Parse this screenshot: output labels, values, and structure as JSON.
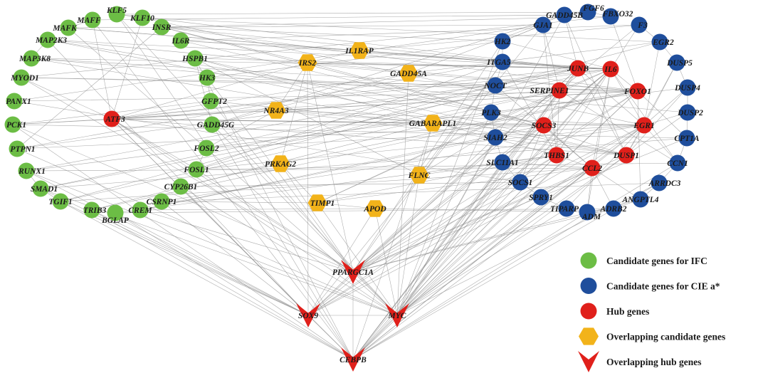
{
  "colors": {
    "ifc": "#6cbd45",
    "cie": "#1f4e9c",
    "hub": "#e0201b",
    "overlap_candidate": "#f2b31a",
    "overlap_hub": "#e0201b",
    "edge": "#8a8a8a"
  },
  "legend": [
    {
      "category": "ifc",
      "shape": "circle",
      "label": "Candidate genes for IFC"
    },
    {
      "category": "cie",
      "shape": "circle",
      "label": "Candidate genes for CIE a*"
    },
    {
      "category": "hub",
      "shape": "circle",
      "label": "Hub genes"
    },
    {
      "category": "overlap_candidate",
      "shape": "hexagon",
      "label": "Overlapping candidate genes"
    },
    {
      "category": "overlap_hub",
      "shape": "chevron",
      "label": "Overlapping hub genes"
    }
  ],
  "nodes": [
    {
      "id": "KLF5",
      "category": "ifc"
    },
    {
      "id": "MAFF",
      "category": "ifc"
    },
    {
      "id": "KLF10",
      "category": "ifc"
    },
    {
      "id": "MAFK",
      "category": "ifc"
    },
    {
      "id": "INSR",
      "category": "ifc"
    },
    {
      "id": "MAP2K3",
      "category": "ifc"
    },
    {
      "id": "IL6R",
      "category": "ifc"
    },
    {
      "id": "MAP3K8",
      "category": "ifc"
    },
    {
      "id": "HSPB1",
      "category": "ifc"
    },
    {
      "id": "MYOD1",
      "category": "ifc"
    },
    {
      "id": "HK3",
      "category": "ifc"
    },
    {
      "id": "PANX1",
      "category": "ifc"
    },
    {
      "id": "GFPT2",
      "category": "ifc"
    },
    {
      "id": "PCK1",
      "category": "ifc"
    },
    {
      "id": "GADD45G",
      "category": "ifc"
    },
    {
      "id": "PTPN1",
      "category": "ifc"
    },
    {
      "id": "FOSL2",
      "category": "ifc"
    },
    {
      "id": "RUNX1",
      "category": "ifc"
    },
    {
      "id": "FOSL1",
      "category": "ifc"
    },
    {
      "id": "SMAD1",
      "category": "ifc"
    },
    {
      "id": "CYP26B1",
      "category": "ifc"
    },
    {
      "id": "TGIF1",
      "category": "ifc"
    },
    {
      "id": "CSRNP1",
      "category": "ifc"
    },
    {
      "id": "TRIB3",
      "category": "ifc"
    },
    {
      "id": "CREM",
      "category": "ifc"
    },
    {
      "id": "BGLAP",
      "category": "ifc"
    },
    {
      "id": "ATF3",
      "category": "hub"
    },
    {
      "id": "FGF6",
      "category": "cie"
    },
    {
      "id": "GADD45B",
      "category": "cie"
    },
    {
      "id": "FBXO32",
      "category": "cie"
    },
    {
      "id": "GJA1",
      "category": "cie"
    },
    {
      "id": "F3",
      "category": "cie"
    },
    {
      "id": "HK2",
      "category": "cie"
    },
    {
      "id": "EGR2",
      "category": "cie"
    },
    {
      "id": "ITGA5",
      "category": "cie"
    },
    {
      "id": "DUSP5",
      "category": "cie"
    },
    {
      "id": "NOCT",
      "category": "cie"
    },
    {
      "id": "DUSP4",
      "category": "cie"
    },
    {
      "id": "PLK3",
      "category": "cie"
    },
    {
      "id": "DUSP2",
      "category": "cie"
    },
    {
      "id": "SIAH2",
      "category": "cie"
    },
    {
      "id": "CPT1A",
      "category": "cie"
    },
    {
      "id": "SLC11A1",
      "category": "cie"
    },
    {
      "id": "CCN1",
      "category": "cie"
    },
    {
      "id": "SOCS1",
      "category": "cie"
    },
    {
      "id": "ARRDC3",
      "category": "cie"
    },
    {
      "id": "SPRY1",
      "category": "cie"
    },
    {
      "id": "ANGPTL4",
      "category": "cie"
    },
    {
      "id": "TIPARP",
      "category": "cie"
    },
    {
      "id": "ADRB2",
      "category": "cie"
    },
    {
      "id": "ADM",
      "category": "cie"
    },
    {
      "id": "JUNB",
      "category": "hub"
    },
    {
      "id": "IL6",
      "category": "hub"
    },
    {
      "id": "SERPINE1",
      "category": "hub"
    },
    {
      "id": "FOXO1",
      "category": "hub"
    },
    {
      "id": "SOCS3",
      "category": "hub"
    },
    {
      "id": "EGR1",
      "category": "hub"
    },
    {
      "id": "THBS1",
      "category": "hub"
    },
    {
      "id": "DUSP1",
      "category": "hub"
    },
    {
      "id": "CCL2",
      "category": "hub"
    },
    {
      "id": "IL1RAP",
      "category": "overlap_candidate"
    },
    {
      "id": "IRS2",
      "category": "overlap_candidate"
    },
    {
      "id": "GADD45A",
      "category": "overlap_candidate"
    },
    {
      "id": "NR4A3",
      "category": "overlap_candidate"
    },
    {
      "id": "GABARAPL1",
      "category": "overlap_candidate"
    },
    {
      "id": "PRKAG2",
      "category": "overlap_candidate"
    },
    {
      "id": "FLNC",
      "category": "overlap_candidate"
    },
    {
      "id": "TIMP1",
      "category": "overlap_candidate"
    },
    {
      "id": "APOD",
      "category": "overlap_candidate"
    },
    {
      "id": "PPARGC1A",
      "category": "overlap_hub"
    },
    {
      "id": "SOX9",
      "category": "overlap_hub"
    },
    {
      "id": "MYC",
      "category": "overlap_hub"
    },
    {
      "id": "CEBPB",
      "category": "overlap_hub"
    }
  ],
  "edges": [
    [
      "ATF3",
      "PPARGC1A"
    ],
    [
      "ATF3",
      "MYC"
    ],
    [
      "ATF3",
      "CEBPB"
    ],
    [
      "ATF3",
      "SOX9"
    ],
    [
      "ATF3",
      "JUNB"
    ],
    [
      "ATF3",
      "IL6"
    ],
    [
      "ATF3",
      "EGR1"
    ],
    [
      "ATF3",
      "SOCS3"
    ],
    [
      "ATF3",
      "FOXO1"
    ],
    [
      "ATF3",
      "GADD45A"
    ],
    [
      "ATF3",
      "IRS2"
    ],
    [
      "ATF3",
      "MAFF"
    ],
    [
      "ATF3",
      "KLF10"
    ],
    [
      "ATF3",
      "MYOD1"
    ],
    [
      "ATF3",
      "PCK1"
    ],
    [
      "ATF3",
      "FOSL1"
    ],
    [
      "ATF3",
      "GABARAPL1"
    ],
    [
      "ATF3",
      "DUSP1"
    ],
    [
      "JUNB",
      "PPARGC1A"
    ],
    [
      "JUNB",
      "MYC"
    ],
    [
      "JUNB",
      "CEBPB"
    ],
    [
      "JUNB",
      "SOX9"
    ],
    [
      "JUNB",
      "IL6"
    ],
    [
      "JUNB",
      "EGR1"
    ],
    [
      "JUNB",
      "FOSL1"
    ],
    [
      "JUNB",
      "FOSL2"
    ],
    [
      "JUNB",
      "IRS2"
    ],
    [
      "JUNB",
      "MAFK"
    ],
    [
      "JUNB",
      "INSR"
    ],
    [
      "JUNB",
      "RUNX1"
    ],
    [
      "JUNB",
      "KLF5"
    ],
    [
      "JUNB",
      "SOCS3"
    ],
    [
      "JUNB",
      "DUSP1"
    ],
    [
      "JUNB",
      "GADD45B"
    ],
    [
      "IL6",
      "PPARGC1A"
    ],
    [
      "IL6",
      "MYC"
    ],
    [
      "IL6",
      "CEBPB"
    ],
    [
      "IL6",
      "SOX9"
    ],
    [
      "IL6",
      "SOCS3"
    ],
    [
      "IL6",
      "SOCS1"
    ],
    [
      "IL6",
      "IL6R"
    ],
    [
      "IL6",
      "HSPB1"
    ],
    [
      "IL6",
      "SERPINE1"
    ],
    [
      "IL6",
      "CCL2"
    ],
    [
      "IL6",
      "THBS1"
    ],
    [
      "IL6",
      "TIMP1"
    ],
    [
      "IL6",
      "IL1RAP"
    ],
    [
      "IL6",
      "PTPN1"
    ],
    [
      "IL6",
      "MAP3K8"
    ],
    [
      "IL6",
      "FOXO1"
    ],
    [
      "IL6",
      "EGR1"
    ],
    [
      "IL6",
      "MAP2K3"
    ],
    [
      "IL6",
      "SMAD1"
    ],
    [
      "IL6",
      "CCN1"
    ],
    [
      "IL6",
      "ADM"
    ],
    [
      "IL6",
      "F3"
    ],
    [
      "IL6",
      "HK2"
    ],
    [
      "IL6",
      "IRS2"
    ],
    [
      "SERPINE1",
      "PPARGC1A"
    ],
    [
      "SERPINE1",
      "MYC"
    ],
    [
      "SERPINE1",
      "CEBPB"
    ],
    [
      "SERPINE1",
      "TIMP1"
    ],
    [
      "SERPINE1",
      "THBS1"
    ],
    [
      "SERPINE1",
      "CCN1"
    ],
    [
      "SERPINE1",
      "SMAD1"
    ],
    [
      "SERPINE1",
      "TGIF1"
    ],
    [
      "SERPINE1",
      "GJA1"
    ],
    [
      "SERPINE1",
      "F3"
    ],
    [
      "SERPINE1",
      "FLNC"
    ],
    [
      "SERPINE1",
      "ATF3"
    ],
    [
      "FOXO1",
      "PPARGC1A"
    ],
    [
      "FOXO1",
      "MYC"
    ],
    [
      "FOXO1",
      "CEBPB"
    ],
    [
      "FOXO1",
      "SOX9"
    ],
    [
      "FOXO1",
      "PCK1"
    ],
    [
      "FOXO1",
      "INSR"
    ],
    [
      "FOXO1",
      "IRS2"
    ],
    [
      "FOXO1",
      "FBXO32"
    ],
    [
      "FOXO1",
      "GADD45A"
    ],
    [
      "FOXO1",
      "GABARAPL1"
    ],
    [
      "FOXO1",
      "PRKAG2"
    ],
    [
      "FOXO1",
      "TRIB3"
    ],
    [
      "FOXO1",
      "HK3"
    ],
    [
      "FOXO1",
      "CPT1A"
    ],
    [
      "FOXO1",
      "ANGPTL4"
    ],
    [
      "FOXO1",
      "MYOD1"
    ],
    [
      "FOXO1",
      "PANX1"
    ],
    [
      "SOCS3",
      "PPARGC1A"
    ],
    [
      "SOCS3",
      "MYC"
    ],
    [
      "SOCS3",
      "CEBPB"
    ],
    [
      "SOCS3",
      "IL6R"
    ],
    [
      "SOCS3",
      "INSR"
    ],
    [
      "SOCS3",
      "IRS2"
    ],
    [
      "SOCS3",
      "SOCS1"
    ],
    [
      "SOCS3",
      "PTPN1"
    ],
    [
      "SOCS3",
      "CCL2"
    ],
    [
      "SOCS3",
      "CREM"
    ],
    [
      "EGR1",
      "PPARGC1A"
    ],
    [
      "EGR1",
      "MYC"
    ],
    [
      "EGR1",
      "CEBPB"
    ],
    [
      "EGR1",
      "SOX9"
    ],
    [
      "EGR1",
      "EGR2"
    ],
    [
      "EGR1",
      "NR4A3"
    ],
    [
      "EGR1",
      "DUSP1"
    ],
    [
      "EGR1",
      "DUSP2"
    ],
    [
      "EGR1",
      "DUSP4"
    ],
    [
      "EGR1",
      "DUSP5"
    ],
    [
      "EGR1",
      "FOSL2"
    ],
    [
      "EGR1",
      "FOSL1"
    ],
    [
      "EGR1",
      "GADD45G"
    ],
    [
      "EGR1",
      "KLF10"
    ],
    [
      "EGR1",
      "CSRNP1"
    ],
    [
      "EGR1",
      "SPRY1"
    ],
    [
      "EGR1",
      "TIPARP"
    ],
    [
      "EGR1",
      "CCN1"
    ],
    [
      "THBS1",
      "PPARGC1A"
    ],
    [
      "THBS1",
      "MYC"
    ],
    [
      "THBS1",
      "SOX9"
    ],
    [
      "THBS1",
      "CEBPB"
    ],
    [
      "THBS1",
      "TIMP1"
    ],
    [
      "THBS1",
      "ITGA5"
    ],
    [
      "THBS1",
      "CCL2"
    ],
    [
      "THBS1",
      "HSPB1"
    ],
    [
      "THBS1",
      "GJA1"
    ],
    [
      "THBS1",
      "FLNC"
    ],
    [
      "THBS1",
      "BGLAP"
    ],
    [
      "DUSP1",
      "PPARGC1A"
    ],
    [
      "DUSP1",
      "MYC"
    ],
    [
      "DUSP1",
      "CEBPB"
    ],
    [
      "DUSP1",
      "MAP3K8"
    ],
    [
      "DUSP1",
      "MAP2K3"
    ],
    [
      "DUSP1",
      "DUSP5"
    ],
    [
      "DUSP1",
      "DUSP4"
    ],
    [
      "DUSP1",
      "DUSP2"
    ],
    [
      "DUSP1",
      "HSPB1"
    ],
    [
      "DUSP1",
      "NR4A3"
    ],
    [
      "DUSP1",
      "PLK3"
    ],
    [
      "DUSP1",
      "GADD45B"
    ],
    [
      "CCL2",
      "PPARGC1A"
    ],
    [
      "CCL2",
      "MYC"
    ],
    [
      "CCL2",
      "CEBPB"
    ],
    [
      "CCL2",
      "SOX9"
    ],
    [
      "CCL2",
      "TIMP1"
    ],
    [
      "CCL2",
      "ADM"
    ],
    [
      "CCL2",
      "ADRB2"
    ],
    [
      "CCL2",
      "ANGPTL4"
    ],
    [
      "CCL2",
      "SLC11A1"
    ],
    [
      "CCL2",
      "NOCT"
    ],
    [
      "CCL2",
      "RUNX1"
    ],
    [
      "CCL2",
      "TGIF1"
    ],
    [
      "PPARGC1A",
      "MYC"
    ],
    [
      "PPARGC1A",
      "SOX9"
    ],
    [
      "PPARGC1A",
      "CEBPB"
    ],
    [
      "PPARGC1A",
      "MYOD1"
    ],
    [
      "PPARGC1A",
      "PCK1"
    ],
    [
      "PPARGC1A",
      "HK3"
    ],
    [
      "PPARGC1A",
      "HK2"
    ],
    [
      "PPARGC1A",
      "CPT1A"
    ],
    [
      "PPARGC1A",
      "PRKAG2"
    ],
    [
      "PPARGC1A",
      "IRS2"
    ],
    [
      "PPARGC1A",
      "GFPT2"
    ],
    [
      "PPARGC1A",
      "ANGPTL4"
    ],
    [
      "PPARGC1A",
      "ADRB2"
    ],
    [
      "PPARGC1A",
      "CREM"
    ],
    [
      "PPARGC1A",
      "FOSL1"
    ],
    [
      "PPARGC1A",
      "SIAH2"
    ],
    [
      "PPARGC1A",
      "ITGA5"
    ],
    [
      "MYC",
      "SOX9"
    ],
    [
      "MYC",
      "CEBPB"
    ],
    [
      "MYC",
      "KLF5"
    ],
    [
      "MYC",
      "MAFK"
    ],
    [
      "MYC",
      "RUNX1"
    ],
    [
      "MYC",
      "SMAD1"
    ],
    [
      "MYC",
      "PTPN1"
    ],
    [
      "MYC",
      "HK2"
    ],
    [
      "MYC",
      "SPRY1"
    ],
    [
      "MYC",
      "SIAH2"
    ],
    [
      "MYC",
      "PLK3"
    ],
    [
      "MYC",
      "GADD45A"
    ],
    [
      "MYC",
      "GADD45B"
    ],
    [
      "MYC",
      "GADD45G"
    ],
    [
      "MYC",
      "TIMP1"
    ],
    [
      "MYC",
      "APOD"
    ],
    [
      "MYC",
      "SLC11A1"
    ],
    [
      "MYC",
      "FLNC"
    ],
    [
      "MYC",
      "CYP26B1"
    ],
    [
      "MYC",
      "ARRDC3"
    ],
    [
      "MYC",
      "TIPARP"
    ],
    [
      "SOX9",
      "CEBPB"
    ],
    [
      "SOX9",
      "SMAD1"
    ],
    [
      "SOX9",
      "TGIF1"
    ],
    [
      "SOX9",
      "RUNX1"
    ],
    [
      "SOX9",
      "MAP2K3"
    ],
    [
      "SOX9",
      "CSRNP1"
    ],
    [
      "SOX9",
      "BGLAP"
    ],
    [
      "SOX9",
      "CYP26B1"
    ],
    [
      "SOX9",
      "APOD"
    ],
    [
      "SOX9",
      "IRS2"
    ],
    [
      "SOX9",
      "TRIB3"
    ],
    [
      "SOX9",
      "GJA1"
    ],
    [
      "CEBPB",
      "PCK1"
    ],
    [
      "CEBPB",
      "TRIB3"
    ],
    [
      "CEBPB",
      "MAFF"
    ],
    [
      "CEBPB",
      "KLF5"
    ],
    [
      "CEBPB",
      "HSPB1"
    ],
    [
      "CEBPB",
      "BGLAP"
    ],
    [
      "CEBPB",
      "GADD45G"
    ],
    [
      "CEBPB",
      "SOCS1"
    ],
    [
      "CEBPB",
      "SLC11A1"
    ],
    [
      "CEBPB",
      "ADM"
    ],
    [
      "CEBPB",
      "GABARAPL1"
    ],
    [
      "CEBPB",
      "ARRDC3"
    ],
    [
      "CEBPB",
      "TGIF1"
    ],
    [
      "CEBPB",
      "CCN1"
    ],
    [
      "KLF5",
      "FGF6"
    ],
    [
      "KLF5",
      "KLF10"
    ],
    [
      "MAFF",
      "MAFK"
    ],
    [
      "MAFF",
      "GADD45B"
    ],
    [
      "KLF10",
      "EGR2"
    ],
    [
      "MAFK",
      "IL1RAP"
    ],
    [
      "MAFK",
      "GJA1"
    ],
    [
      "INSR",
      "IRS2"
    ],
    [
      "INSR",
      "HK2"
    ],
    [
      "INSR",
      "FBXO32"
    ],
    [
      "MAP2K3",
      "MAP3K8"
    ],
    [
      "MAP2K3",
      "GADD45A"
    ],
    [
      "MAP2K3",
      "PLK3"
    ],
    [
      "MAP3K8",
      "NOCT"
    ],
    [
      "MAP3K8",
      "DUSP2"
    ],
    [
      "IL6R",
      "IL1RAP"
    ],
    [
      "IL6R",
      "F3"
    ],
    [
      "HSPB1",
      "FLNC"
    ],
    [
      "HSPB1",
      "GADD45G"
    ],
    [
      "MYOD1",
      "FBXO32"
    ],
    [
      "MYOD1",
      "NOCT"
    ],
    [
      "HK3",
      "HK2"
    ],
    [
      "HK3",
      "GFPT2"
    ],
    [
      "PANX1",
      "GJA1"
    ],
    [
      "PANX1",
      "SOCS1"
    ],
    [
      "GFPT2",
      "GABARAPL1"
    ],
    [
      "PCK1",
      "CPT1A"
    ],
    [
      "PCK1",
      "GFPT2"
    ],
    [
      "GADD45G",
      "GADD45A"
    ],
    [
      "GADD45G",
      "GADD45B"
    ],
    [
      "PTPN1",
      "INSR"
    ],
    [
      "PTPN1",
      "ITGA5"
    ],
    [
      "FOSL2",
      "FOSL1"
    ],
    [
      "FOSL2",
      "NR4A3"
    ],
    [
      "RUNX1",
      "SMAD1"
    ],
    [
      "RUNX1",
      "DUSP4"
    ],
    [
      "FOSL1",
      "CCN1"
    ],
    [
      "FOSL1",
      "ITGA5"
    ],
    [
      "SMAD1",
      "TGIF1"
    ],
    [
      "SMAD1",
      "CPT1A"
    ],
    [
      "CYP26B1",
      "PRKAG2"
    ],
    [
      "CYP26B1",
      "SOCS1"
    ],
    [
      "TGIF1",
      "EGR2"
    ],
    [
      "CSRNP1",
      "TIMP1"
    ],
    [
      "CSRNP1",
      "ARRDC3"
    ],
    [
      "TRIB3",
      "GABARAPL1"
    ],
    [
      "CREM",
      "APOD"
    ],
    [
      "CREM",
      "SIAH2"
    ],
    [
      "BGLAP",
      "ADRB2"
    ],
    [
      "IL1RAP",
      "IRS2"
    ],
    [
      "IL1RAP",
      "JUNB"
    ],
    [
      "IL1RAP",
      "F3"
    ],
    [
      "IRS2",
      "PRKAG2"
    ],
    [
      "IRS2",
      "NR4A3"
    ],
    [
      "GADD45A",
      "GADD45B"
    ],
    [
      "GADD45A",
      "EGR2"
    ],
    [
      "NR4A3",
      "GABARAPL1"
    ],
    [
      "GABARAPL1",
      "FLNC"
    ],
    [
      "PRKAG2",
      "TIMP1"
    ],
    [
      "FLNC",
      "ITGA5"
    ],
    [
      "TIMP1",
      "APOD"
    ],
    [
      "APOD",
      "ADM"
    ],
    [
      "FGF6",
      "GADD45B"
    ],
    [
      "FGF6",
      "FBXO32"
    ],
    [
      "GJA1",
      "HK2"
    ],
    [
      "F3",
      "EGR2"
    ],
    [
      "EGR2",
      "DUSP5"
    ],
    [
      "DUSP5",
      "DUSP4"
    ],
    [
      "DUSP4",
      "DUSP2"
    ],
    [
      "DUSP2",
      "CPT1A"
    ],
    [
      "CPT1A",
      "CCN1"
    ],
    [
      "CCN1",
      "ARRDC3"
    ],
    [
      "ARRDC3",
      "ANGPTL4"
    ],
    [
      "ANGPTL4",
      "ADRB2"
    ],
    [
      "ADRB2",
      "ADM"
    ],
    [
      "ADM",
      "TIPARP"
    ],
    [
      "TIPARP",
      "SPRY1"
    ],
    [
      "SPRY1",
      "SOCS1"
    ],
    [
      "SOCS1",
      "SLC11A1"
    ],
    [
      "SLC11A1",
      "SIAH2"
    ],
    [
      "SIAH2",
      "PLK3"
    ],
    [
      "PLK3",
      "NOCT"
    ],
    [
      "NOCT",
      "ITGA5"
    ],
    [
      "ITGA5",
      "HK2"
    ],
    [
      "HK2",
      "GJA1"
    ]
  ]
}
